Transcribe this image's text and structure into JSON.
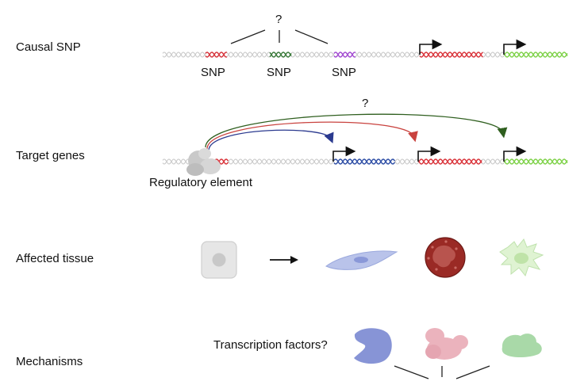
{
  "rows": {
    "causal_snp": "Causal SNP",
    "target_genes": "Target genes",
    "affected_tissue": "Affected tissue",
    "mechanisms": "Mechanisms"
  },
  "causal": {
    "question": "?",
    "snp_labels": [
      "SNP",
      "SNP",
      "SNP"
    ]
  },
  "target": {
    "question": "?",
    "regulatory_label": "Regulatory element"
  },
  "mechanisms": {
    "tf_label": "Transcription factors?"
  },
  "colors": {
    "dna_gray": "#c9c9c9",
    "snp_red": "#d6373e",
    "snp_green": "#3b7a3b",
    "snp_purple": "#a24bd1",
    "gene_red": "#d9343b",
    "gene_green": "#7fd24a",
    "gene_blue": "#2f4fa6",
    "arrow_blue": "#2b3a8f",
    "arrow_red": "#c9433f",
    "arrow_green": "#2f5f1f",
    "cell_gray": "#e6e6e6",
    "fibroblast": "#b9c3ea",
    "granulocyte": "#9a2a25",
    "dendritic": "#dff3d2",
    "tf_blue": "#8794d6",
    "tf_pink": "#ebb3bd",
    "tf_green": "#a9d9a8"
  }
}
